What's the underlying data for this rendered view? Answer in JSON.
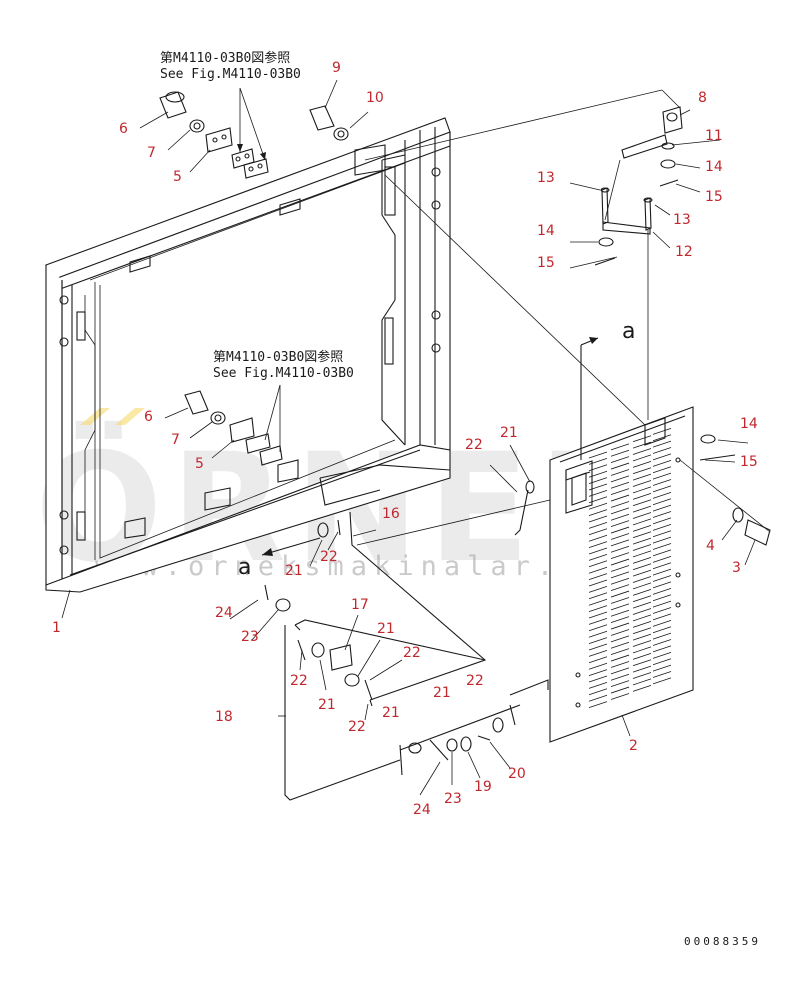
{
  "references": [
    {
      "line1": "第M4110-03B0図参照",
      "line2": "See Fig.M4110-03B0"
    },
    {
      "line1": "第M4110-03B0図参照",
      "line2": "See Fig.M4110-03B0"
    }
  ],
  "section_marks": [
    "a",
    "a"
  ],
  "callouts": [
    "1",
    "2",
    "3",
    "4",
    "5",
    "5",
    "6",
    "6",
    "7",
    "7",
    "8",
    "9",
    "10",
    "11",
    "12",
    "13",
    "13",
    "14",
    "14",
    "14",
    "15",
    "15",
    "15",
    "16",
    "17",
    "18",
    "19",
    "20",
    "21",
    "21",
    "21",
    "21",
    "21",
    "21",
    "21",
    "22",
    "22",
    "22",
    "22",
    "22",
    "22",
    "23",
    "23",
    "24",
    "24"
  ],
  "drawing_code": "00088359",
  "watermark": {
    "logo": "ÖRNEK",
    "url": "www.orneksmakinalar.com.tr"
  },
  "colors": {
    "callout": "#c0282d",
    "line": "#1a1a1a",
    "watermark": "#c8c8c8"
  }
}
